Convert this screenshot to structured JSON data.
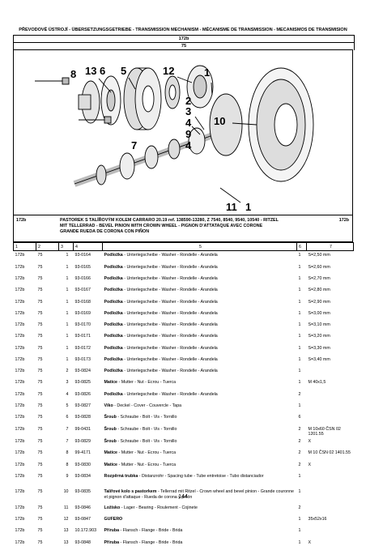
{
  "header": {
    "title": "PŘEVODOVÉ ÚSTROJÍ - ÜBERSETZUNGSGETRIEBE - TRANSMISSION MECHANISM - MÉCANISME DE TRANSMISSION - MECANISMOS DE TRANSMISION",
    "group_code": "172b",
    "group_sub": "75"
  },
  "figure": {
    "callouts": [
      "8",
      "13",
      "6",
      "5",
      "12",
      "1",
      "2",
      "3",
      "4",
      "9",
      "4",
      "7",
      "10",
      "11",
      "1"
    ]
  },
  "section": {
    "code_left": "172b",
    "code_right": "172b",
    "title_lines": [
      "PASTOREK S TALÍŘOVÝM KOLEM CARRARO 20.19 ref. 138590-13280, Z 7540, 8540, 9540, 10540 - RITZEL",
      "MIT TELLERRAD - BEVEL PINION WITH CROWN WHEEL - PIGNON D'ATTATAQUE AVEC CORONE",
      "GRANDE RUEDA DE CORONA CON PIÑON"
    ]
  },
  "table": {
    "headers": [
      "1",
      "2",
      "3",
      "4",
      "5",
      "6",
      "7"
    ],
    "rows": [
      [
        "172b",
        "75",
        "1",
        "93-0164",
        "Podložka",
        "- Unterlegscheibe - Washer - Rondelle - Arandela",
        "1",
        "S=2,50 mm"
      ],
      [
        "172b",
        "75",
        "1",
        "93-0165",
        "Podložka",
        "- Unterlegscheibe - Washer - Rondelle - Arandela",
        "1",
        "S=2,60 mm"
      ],
      [
        "172b",
        "75",
        "1",
        "93-0166",
        "Podložka",
        "- Unterlegscheibe - Washer - Rondelle - Arandela",
        "1",
        "S=2,70 mm"
      ],
      [
        "172b",
        "75",
        "1",
        "93-0167",
        "Podložka",
        "- Unterlegscheibe - Washer - Rondelle - Arandela",
        "1",
        "S=2,80 mm"
      ],
      [
        "172b",
        "75",
        "1",
        "93-0168",
        "Podložka",
        "- Unterlegscheibe - Washer - Rondelle - Arandela",
        "1",
        "S=2,90 mm"
      ],
      [
        "172b",
        "75",
        "1",
        "93-0169",
        "Podložka",
        "- Unterlegscheibe - Washer - Rondelle - Arandela",
        "1",
        "S=3,00 mm"
      ],
      [
        "172b",
        "75",
        "1",
        "93-0170",
        "Podložka",
        "- Unterlegscheibe - Washer - Rondelle - Arandela",
        "1",
        "S=3,10 mm"
      ],
      [
        "172b",
        "75",
        "1",
        "93-0171",
        "Podložka",
        "- Unterlegscheibe - Washer - Rondelle - Arandela",
        "1",
        "S=3,20 mm"
      ],
      [
        "172b",
        "75",
        "1",
        "93-0172",
        "Podložka",
        "- Unterlegscheibe - Washer - Rondelle - Arandela",
        "1",
        "S=3,30 mm"
      ],
      [
        "172b",
        "75",
        "1",
        "93-0173",
        "Podložka",
        "- Unterlegscheibe - Washer - Rondelle - Arandela",
        "1",
        "S=3,40 mm"
      ],
      [
        "172b",
        "75",
        "2",
        "93-0824",
        "Podložka",
        "- Unterlegscheibe - Washer - Rondelle - Arandela",
        "1",
        ""
      ],
      [
        "172b",
        "75",
        "3",
        "93-0825",
        "Matice",
        "- Mutter - Nut - Ecrou - Tuerca",
        "1",
        "M 40x1,5"
      ],
      [
        "172b",
        "75",
        "4",
        "93-0826",
        "Podložka",
        "- Unterlegscheibe - Washer - Rondelle - Arandela",
        "2",
        ""
      ],
      [
        "172b",
        "75",
        "5",
        "93-0827",
        "Víko",
        "- Deckel - Cover - Couvercle - Tapa",
        "1",
        ""
      ],
      [
        "172b",
        "75",
        "6",
        "93-0828",
        "Šroub",
        "- Schraube - Bolt - Vis - Tornillo",
        "6",
        ""
      ],
      [
        "172b",
        "75",
        "7",
        "99-0431",
        "Šroub",
        "- Schraube - Bolt - Vis - Tornillo",
        "2",
        "M 10x60 ČSN 02 1201.55"
      ],
      [
        "172b",
        "75",
        "7",
        "93-0829",
        "Šroub",
        "- Schraube - Bolt - Vis - Tornillo",
        "2",
        "X"
      ],
      [
        "172b",
        "75",
        "8",
        "99-4171",
        "Matice",
        "- Mutter - Nut - Ecrou - Tuerca",
        "2",
        "M 10 ČSN 02 1401.55"
      ],
      [
        "172b",
        "75",
        "8",
        "93-0830",
        "Matice",
        "- Mutter - Nut - Ecrou - Tuerca",
        "2",
        "X"
      ],
      [
        "172b",
        "75",
        "9",
        "93-0834",
        "Rozpěrná trubka",
        "- Distanzrohr - Spacing tube - Tube entretoise - Tubo distanciador",
        "1",
        ""
      ],
      [
        "172b",
        "75",
        "10",
        "93-0835",
        "Talířové kolo s pastorkem",
        "- Tellerrad mit Ritzel - Crown wheel and bevel pinion - Grande couronne et pignon d'attaque - Rueda de corona y piñón",
        "1",
        ""
      ],
      [
        "172b",
        "75",
        "11",
        "93-0846",
        "Ložisko",
        "- Lager - Bearing - Roulement - Cojinete",
        "2",
        ""
      ],
      [
        "172b",
        "75",
        "12",
        "93-0847",
        "GUFERO",
        "",
        "1",
        "35x52x16"
      ],
      [
        "172b",
        "75",
        "13",
        "10.172.903",
        "Příruba",
        "- Flansch - Flange - Bride - Brida",
        "1",
        ""
      ],
      [
        "172b",
        "75",
        "13",
        "93-0848",
        "Příruba",
        "- Flansch - Flange - Bride - Brida",
        "1",
        "X"
      ]
    ]
  },
  "footer": {
    "page_number": "144"
  }
}
